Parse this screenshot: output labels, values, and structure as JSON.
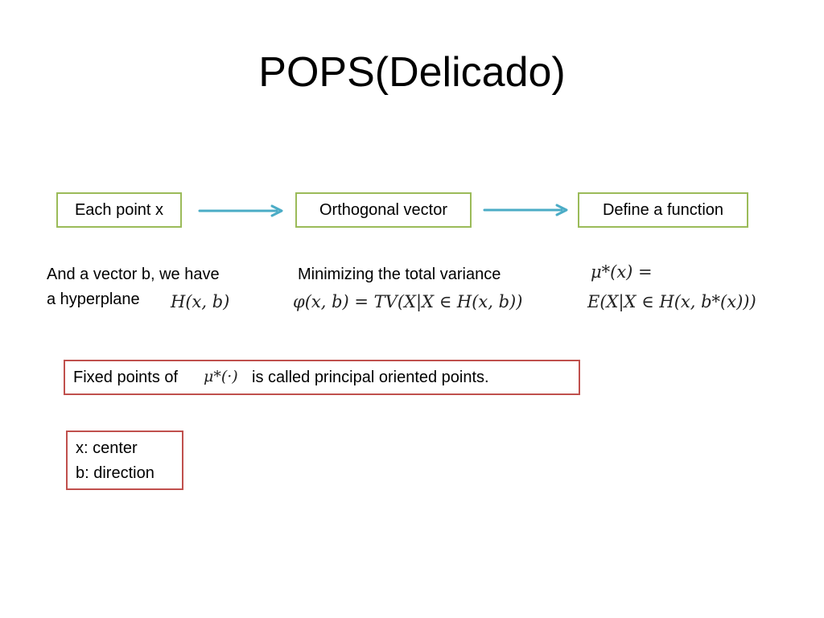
{
  "slide": {
    "title": "POPS(Delicado)"
  },
  "flow": {
    "step1": "Each point x",
    "step2": "Orthogonal vector",
    "step3": "Define a function",
    "arrow_color": "#4bacc6",
    "box_border_color": "#9bbb59"
  },
  "notes": {
    "col1_line1": "And a vector b, we have",
    "col1_line2": "a hyperplane",
    "col1_formula": "H(x, b)",
    "col2_line1": "Minimizing the total variance",
    "col2_formula": "φ(x, b) = TV(X|X ∈ H(x, b))",
    "col3_formula_line1": "μ*(x) =",
    "col3_formula_line2": "E(X|X ∈ H(x, b*(x)))"
  },
  "definition": {
    "prefix": "Fixed points of",
    "formula": "μ*(·)",
    "suffix": "is called principal oriented points.",
    "border_color": "#c0504d"
  },
  "legend": {
    "line1": "x: center",
    "line2": "b: direction"
  }
}
